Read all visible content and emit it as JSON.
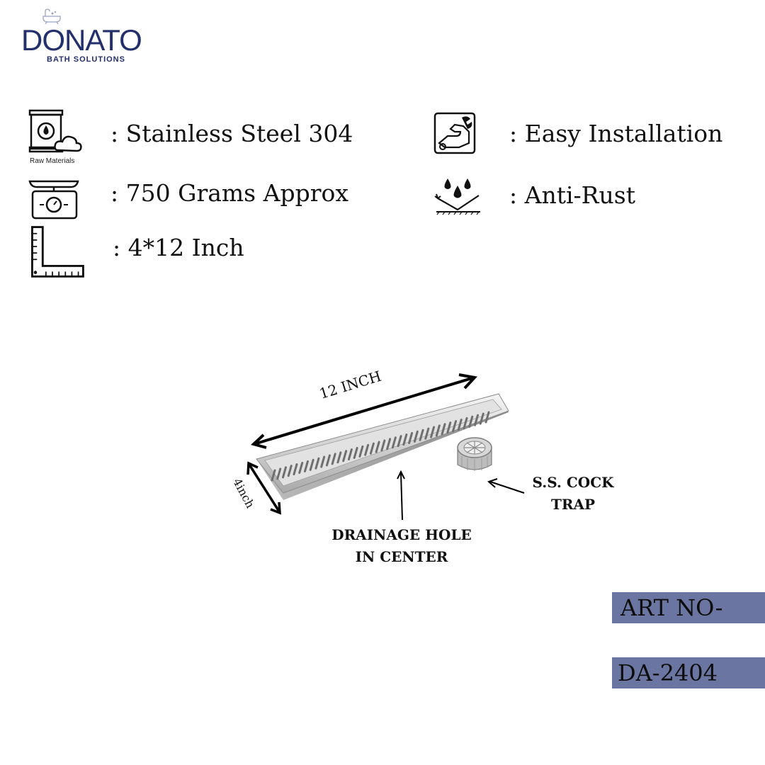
{
  "brand": {
    "name": "DONATO",
    "tagline": "BATH SOLUTIONS",
    "color": "#24306b"
  },
  "specs": [
    {
      "icon": "raw-materials-icon",
      "caption": "Raw Materials",
      "text": ": Stainless Steel 304"
    },
    {
      "icon": "weighing-scale-icon",
      "text": ": 750 Grams Approx"
    },
    {
      "icon": "ruler-square-icon",
      "text": ": 4*12 Inch"
    },
    {
      "icon": "easy-installation-icon",
      "text": ": Easy Installation"
    },
    {
      "icon": "anti-rust-icon",
      "text": ": Anti-Rust"
    }
  ],
  "product": {
    "length_label": "12 INCH",
    "width_label": "4inch",
    "drainage_label": [
      "DRAINAGE HOLE",
      "IN CENTER"
    ],
    "trap_label": [
      "S.S. COCK",
      "TRAP"
    ]
  },
  "article": {
    "label": "ART NO-",
    "number": "DA-2404",
    "box_color": "#6a75a1"
  }
}
